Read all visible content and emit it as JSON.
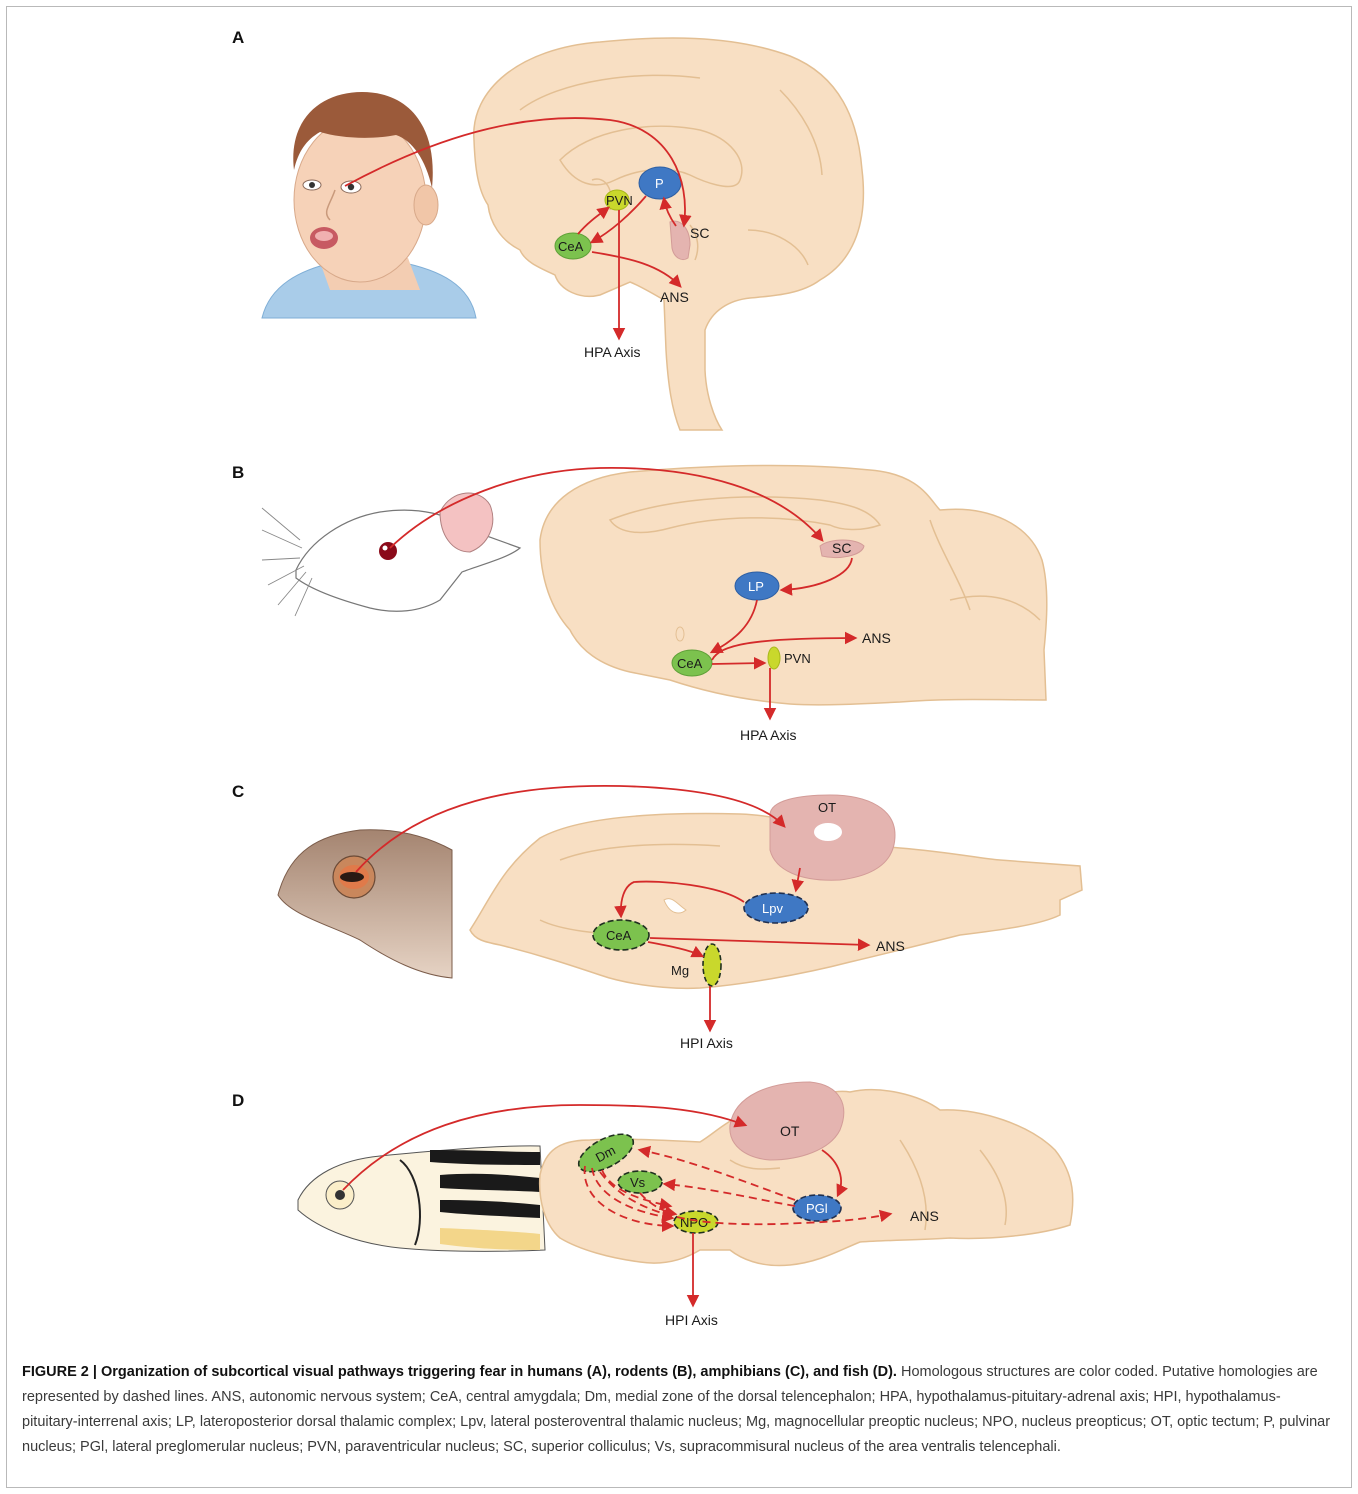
{
  "panels": {
    "A": {
      "letter": "A",
      "nodes": {
        "P": "P",
        "PVN": "PVN",
        "CeA": "CeA",
        "SC": "SC"
      },
      "outputs": {
        "ANS": "ANS",
        "axis": "HPA Axis"
      }
    },
    "B": {
      "letter": "B",
      "nodes": {
        "SC": "SC",
        "LP": "LP",
        "CeA": "CeA",
        "PVN": "PVN"
      },
      "outputs": {
        "ANS": "ANS",
        "axis": "HPA Axis"
      }
    },
    "C": {
      "letter": "C",
      "nodes": {
        "OT": "OT",
        "Lpv": "Lpv",
        "CeA": "CeA",
        "Mg": "Mg"
      },
      "outputs": {
        "ANS": "ANS",
        "axis": "HPI Axis"
      }
    },
    "D": {
      "letter": "D",
      "nodes": {
        "OT": "OT",
        "Dm": "Dm",
        "Vs": "Vs",
        "PGl": "PGl",
        "NPO": "NPO"
      },
      "outputs": {
        "ANS": "ANS",
        "axis": "HPI Axis"
      }
    }
  },
  "colors": {
    "brain_fill": "#f8dfc3",
    "pathway_red": "#d42a2a",
    "thalamic_blue": "#3f78c4",
    "amygdala_green": "#7cc24e",
    "hypothalamic_yellow": "#c9d82c",
    "tectum_pink": "#e4b4b0"
  },
  "caption": {
    "title": "FIGURE 2 | Organization of subcortical visual pathways triggering fear in humans (A), rodents (B), amphibians (C), and fish (D).",
    "body": " Homologous structures are color coded. Putative homologies are represented by dashed lines. ANS, autonomic nervous system; CeA, central amygdala; Dm, medial zone of the dorsal telencephalon; HPA, hypothalamus-pituitary-adrenal axis; HPI, hypothalamus-pituitary-interrenal axis; LP, lateroposterior dorsal thalamic complex; Lpv, lateral posteroventral thalamic nucleus; Mg, magnocellular preoptic nucleus; NPO, nucleus preopticus; OT, optic tectum; P, pulvinar nucleus; PGl, lateral preglomerular nucleus; PVN, paraventricular nucleus; SC, superior colliculus; Vs, supracommisural nucleus of the area ventralis telencephali."
  }
}
